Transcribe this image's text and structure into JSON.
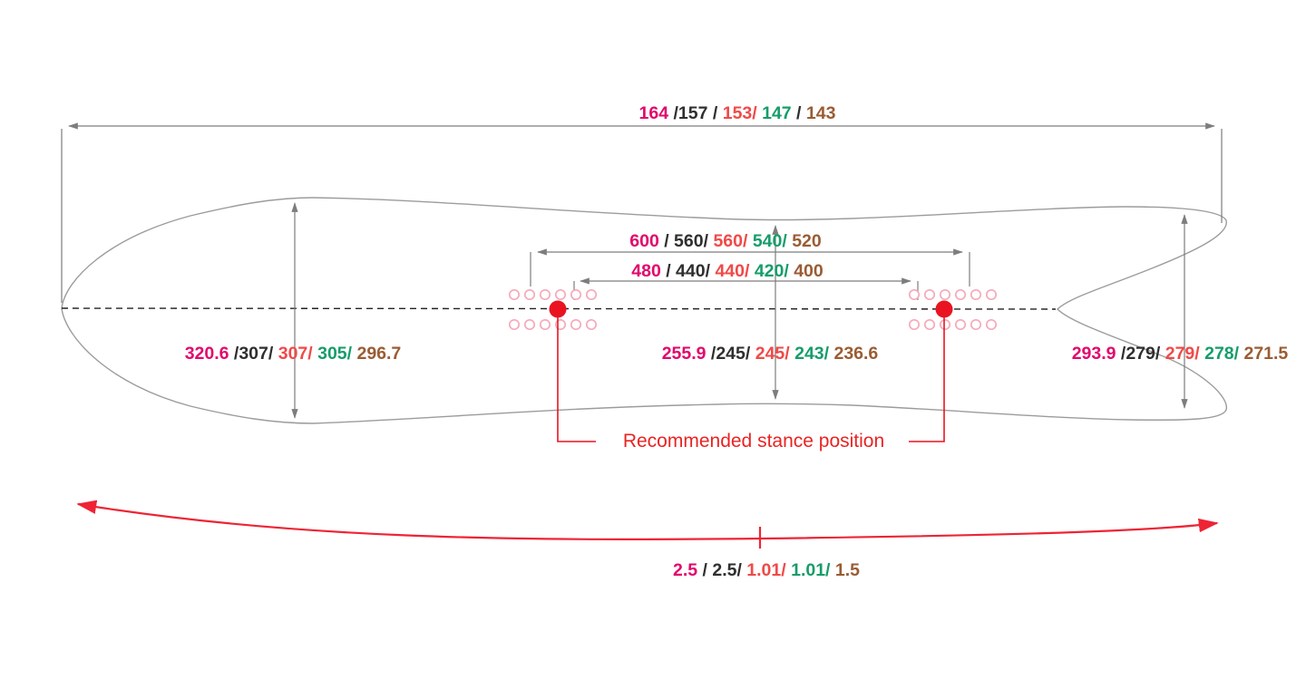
{
  "title": "Snowboard dimensions diagram",
  "colors": {
    "magenta": "#e2076c",
    "ink": "#2f2f2f",
    "red": "#f04a48",
    "green": "#169d6a",
    "brown": "#9a5c33",
    "accent_red": "#e92323",
    "stance_dot_red": "#e91420",
    "insert_pink": "#f5a9ba",
    "outline_gray": "#9c9c9c",
    "dim_gray": "#7d7d7d",
    "centerline_ink": "#222222",
    "sidecut_red": "#ee2434"
  },
  "labels": {
    "overall_length": {
      "name": "overall length (cm) per size",
      "parts": [
        {
          "t": "164 ",
          "c": "magenta"
        },
        {
          "t": "/157 / ",
          "c": "ink"
        },
        {
          "t": "153/ ",
          "c": "red"
        },
        {
          "t": "147 ",
          "c": "green"
        },
        {
          "t": "/ ",
          "c": "ink"
        },
        {
          "t": "143",
          "c": "brown"
        }
      ]
    },
    "stance_width_outer": {
      "name": "outer stance width (mm) per size",
      "parts": [
        {
          "t": "600 ",
          "c": "magenta"
        },
        {
          "t": "/ 560/ ",
          "c": "ink"
        },
        {
          "t": "560/ ",
          "c": "red"
        },
        {
          "t": "540/ ",
          "c": "green"
        },
        {
          "t": "520",
          "c": "brown"
        }
      ]
    },
    "stance_width_inner": {
      "name": "inner stance width (mm) per size",
      "parts": [
        {
          "t": "480 ",
          "c": "magenta"
        },
        {
          "t": "/ 440/ ",
          "c": "ink"
        },
        {
          "t": "440/ ",
          "c": "red"
        },
        {
          "t": "420/ ",
          "c": "green"
        },
        {
          "t": "400",
          "c": "brown"
        }
      ]
    },
    "nose_width": {
      "name": "nose width (mm) per size",
      "parts": [
        {
          "t": "320.6 ",
          "c": "magenta"
        },
        {
          "t": "/307/ ",
          "c": "ink"
        },
        {
          "t": "307/ ",
          "c": "red"
        },
        {
          "t": "305/ ",
          "c": "green"
        },
        {
          "t": "296.7",
          "c": "brown"
        }
      ]
    },
    "waist_width": {
      "name": "waist width (mm) per size",
      "parts": [
        {
          "t": "255.9 ",
          "c": "magenta"
        },
        {
          "t": "/245/ ",
          "c": "ink"
        },
        {
          "t": "245/ ",
          "c": "red"
        },
        {
          "t": "243/ ",
          "c": "green"
        },
        {
          "t": "236.6",
          "c": "brown"
        }
      ]
    },
    "tail_width": {
      "name": "tail width (mm) per size",
      "parts": [
        {
          "t": "293.9 ",
          "c": "magenta"
        },
        {
          "t": "/279/ ",
          "c": "ink"
        },
        {
          "t": "279/ ",
          "c": "red"
        },
        {
          "t": "278/ ",
          "c": "green"
        },
        {
          "t": "271.5",
          "c": "brown"
        }
      ]
    },
    "sidecut": {
      "name": "sidecut / taper values per size",
      "parts": [
        {
          "t": "2.5 ",
          "c": "magenta"
        },
        {
          "t": "/ 2.5/ ",
          "c": "ink"
        },
        {
          "t": "1.01/ ",
          "c": "red"
        },
        {
          "t": "1.01/ ",
          "c": "green"
        },
        {
          "t": "1.5",
          "c": "brown"
        }
      ]
    },
    "stance_note": "Recommended stance position"
  }
}
